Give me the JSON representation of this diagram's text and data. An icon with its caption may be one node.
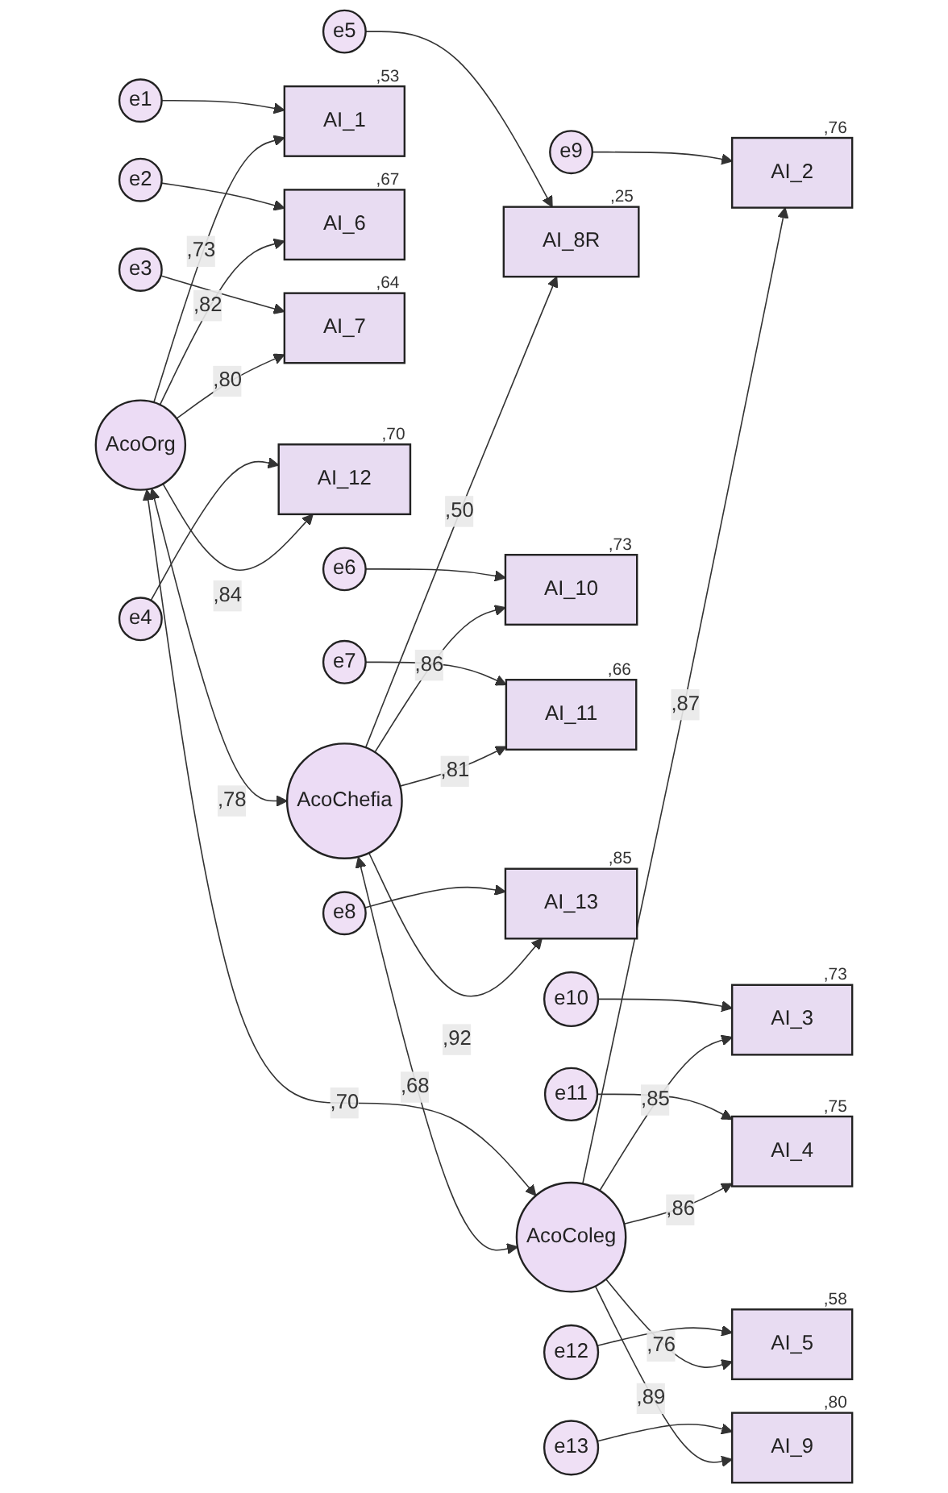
{
  "diagram": {
    "nodes": [
      {
        "text": [
          "AcoOrg"
        ]
      },
      {
        "text": [
          "AcoChefia"
        ]
      },
      {
        "text": [
          "AcoColeg"
        ]
      },
      {
        "text": [
          "AI_1"
        ],
        "beside": [
          ",53"
        ]
      },
      {
        "text": [
          "AI_6"
        ],
        "beside": [
          ",67"
        ]
      },
      {
        "text": [
          "AI_7"
        ],
        "beside": [
          ",64"
        ]
      },
      {
        "text": [
          "AI_12"
        ],
        "beside": [
          ",70"
        ]
      },
      {
        "text": [
          "AI_8R"
        ],
        "beside": [
          ",25"
        ]
      },
      {
        "text": [
          "AI_10"
        ],
        "beside": [
          ",73"
        ]
      },
      {
        "text": [
          "AI_11"
        ],
        "beside": [
          ",66"
        ]
      },
      {
        "text": [
          "AI_13"
        ],
        "beside": [
          ",85"
        ]
      },
      {
        "text": [
          "AI_2"
        ],
        "beside": [
          ",76"
        ]
      },
      {
        "text": [
          "AI_3"
        ],
        "beside": [
          ",73"
        ]
      },
      {
        "text": [
          "AI_4"
        ],
        "beside": [
          ",75"
        ]
      },
      {
        "text": [
          "AI_5"
        ],
        "beside": [
          ",58"
        ]
      },
      {
        "text": [
          "AI_9"
        ],
        "beside": [
          ",80"
        ]
      },
      {
        "text": [
          "e1"
        ]
      },
      {
        "text": [
          "e2"
        ]
      },
      {
        "text": [
          "e3"
        ]
      },
      {
        "text": [
          "e4"
        ]
      },
      {
        "text": [
          "e5"
        ]
      },
      {
        "text": [
          "e6"
        ]
      },
      {
        "text": [
          "e7"
        ]
      },
      {
        "text": [
          "e8"
        ]
      },
      {
        "text": [
          "e9"
        ]
      },
      {
        "text": [
          "e10"
        ]
      },
      {
        "text": [
          "e11"
        ]
      },
      {
        "text": [
          "e12"
        ]
      },
      {
        "text": [
          "e13"
        ]
      }
    ],
    "edges": [
      {
        "from": 0,
        "to": 3,
        "arrow": "to",
        "label": ",73"
      },
      {
        "from": 0,
        "to": 4,
        "arrow": "to",
        "label": ",82"
      },
      {
        "from": 0,
        "to": 5,
        "arrow": "to",
        "label": ",80"
      },
      {
        "from": 0,
        "to": 6,
        "arrow": "to",
        "label": ",84"
      },
      {
        "from": 1,
        "to": 7,
        "arrow": "to",
        "label": ",50"
      },
      {
        "from": 1,
        "to": 8,
        "arrow": "to",
        "label": ",86"
      },
      {
        "from": 1,
        "to": 9,
        "arrow": "to",
        "label": ",81"
      },
      {
        "from": 1,
        "to": 10,
        "arrow": "to",
        "label": ",92"
      },
      {
        "from": 2,
        "to": 11,
        "arrow": "to",
        "label": ",87"
      },
      {
        "from": 2,
        "to": 12,
        "arrow": "to",
        "label": ",85"
      },
      {
        "from": 2,
        "to": 13,
        "arrow": "to",
        "label": ",86"
      },
      {
        "from": 2,
        "to": 14,
        "arrow": "to",
        "label": ",76"
      },
      {
        "from": 2,
        "to": 15,
        "arrow": "to",
        "label": ",89"
      },
      {
        "from": 16,
        "to": 3,
        "arrow": "to"
      },
      {
        "from": 17,
        "to": 4,
        "arrow": "to"
      },
      {
        "from": 18,
        "to": 5,
        "arrow": "to"
      },
      {
        "from": 19,
        "to": 6,
        "arrow": "to"
      },
      {
        "from": 20,
        "to": 7,
        "arrow": "to"
      },
      {
        "from": 21,
        "to": 8,
        "arrow": "to"
      },
      {
        "from": 22,
        "to": 9,
        "arrow": "to"
      },
      {
        "from": 23,
        "to": 10,
        "arrow": "to"
      },
      {
        "from": 24,
        "to": 11,
        "arrow": "to"
      },
      {
        "from": 25,
        "to": 12,
        "arrow": "to"
      },
      {
        "from": 26,
        "to": 13,
        "arrow": "to"
      },
      {
        "from": 27,
        "to": 14,
        "arrow": "to"
      },
      {
        "from": 28,
        "to": 15,
        "arrow": "to"
      },
      {
        "from": 0,
        "to": 1,
        "arrow": "both",
        "label": ",78"
      },
      {
        "from": 1,
        "to": 2,
        "arrow": "both",
        "label": ",68"
      },
      {
        "from": 0,
        "to": 2,
        "arrow": "both",
        "label": ",70"
      }
    ]
  }
}
